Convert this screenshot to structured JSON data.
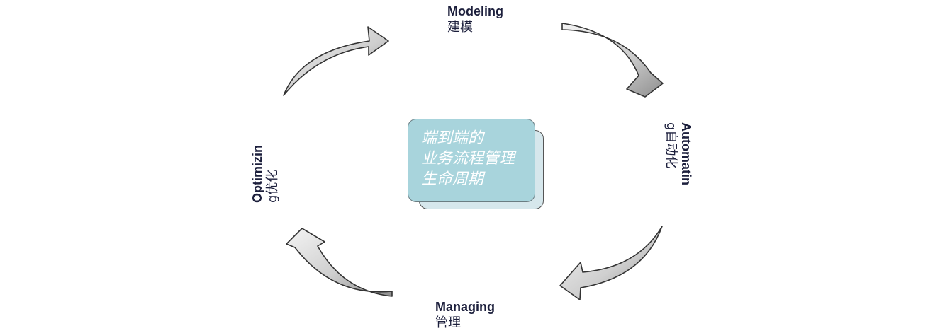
{
  "stages": {
    "modeling": {
      "en": "Modeling",
      "zh": "建模"
    },
    "automation": {
      "en": "Automatin",
      "zh": "g自动化"
    },
    "managing": {
      "en": "Managing",
      "zh": "管理"
    },
    "optimizing": {
      "en": "Optimizin",
      "zh": "g优化"
    }
  },
  "center": {
    "lines": [
      "端到端的",
      "业务流程管理",
      "生命周期"
    ]
  },
  "colors": {
    "label_text": "#1c1f3c",
    "center_fill": "#a8d4dc",
    "center_shadow": "#d6e7ec",
    "arrow_fill": "#d0d0d0",
    "arrow_stroke": "#333333"
  },
  "icons": [
    "curved-arrow-icon"
  ]
}
